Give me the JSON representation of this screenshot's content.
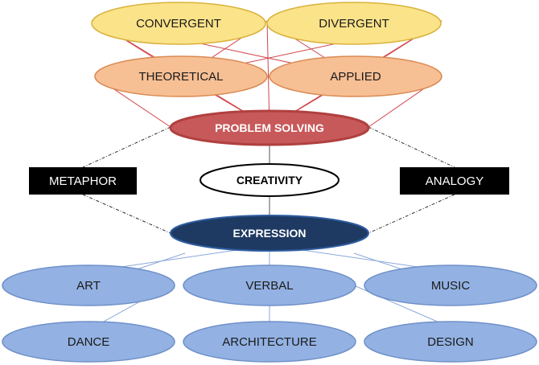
{
  "nodes": {
    "convergent": "CONVERGENT",
    "divergent": "DIVERGENT",
    "theoretical": "THEORETICAL",
    "applied": "APPLIED",
    "problem_solving": "PROBLEM SOLVING",
    "creativity": "CREATIVITY",
    "metaphor": "METAPHOR",
    "analogy": "ANALOGY",
    "expression": "EXPRESSION",
    "art": "ART",
    "verbal": "VERBAL",
    "music": "MUSIC",
    "dance": "DANCE",
    "architecture": "ARCHITECTURE",
    "design": "DESIGN"
  },
  "colors": {
    "yellow_fill": "#fbe38a",
    "yellow_stroke": "#d9b23a",
    "orange_fill": "#f7bf94",
    "orange_stroke": "#d98a52",
    "red_fill": "#c8595a",
    "red_stroke": "#b0403f",
    "navy_fill": "#1e3a63",
    "blue_fill": "#93b2e3",
    "blue_stroke": "#6f90c8",
    "red_line": "#d0454a",
    "blue_line": "#8aa8da",
    "black": "#000000"
  }
}
